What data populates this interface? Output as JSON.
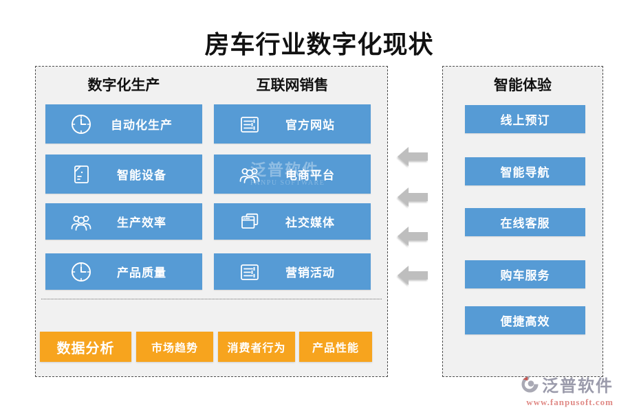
{
  "title": "房车行业数字化现状",
  "left_panel": {
    "columns": [
      {
        "header": "数字化生产",
        "items": [
          {
            "label": "自动化生产",
            "icon": "clock-icon"
          },
          {
            "label": "智能设备",
            "icon": "device-icon"
          },
          {
            "label": "生产效率",
            "icon": "users-icon"
          },
          {
            "label": "产品质量",
            "icon": "clock-icon"
          }
        ]
      },
      {
        "header": "互联网销售",
        "items": [
          {
            "label": "官方网站",
            "icon": "list-panel-icon"
          },
          {
            "label": "电商平台",
            "icon": "users-icon"
          },
          {
            "label": "社交媒体",
            "icon": "browser-windows-icon"
          },
          {
            "label": "营销活动",
            "icon": "list-panel-icon"
          }
        ]
      }
    ],
    "footer_items": [
      "数据分析",
      "市场趋势",
      "消费者行为",
      "产品性能"
    ]
  },
  "right_panel": {
    "header": "智能体验",
    "items": [
      "线上预订",
      "智能导航",
      "在线客服",
      "购车服务",
      "便捷高效"
    ]
  },
  "arrows": {
    "count": 4,
    "direction": "left"
  },
  "watermark": {
    "center_brand": "泛普软件",
    "center_sub": "FANPU SOFTWARE",
    "brand": "泛普软件",
    "url": "www.fanpusoft.com"
  },
  "colors": {
    "button_blue": "#569bd5",
    "button_orange": "#f7a41e",
    "panel_background": "#f1f1f1",
    "arrow_gray": "#bebebe",
    "watermark_brand": "#9b9bab",
    "watermark_url": "#e08a86"
  }
}
